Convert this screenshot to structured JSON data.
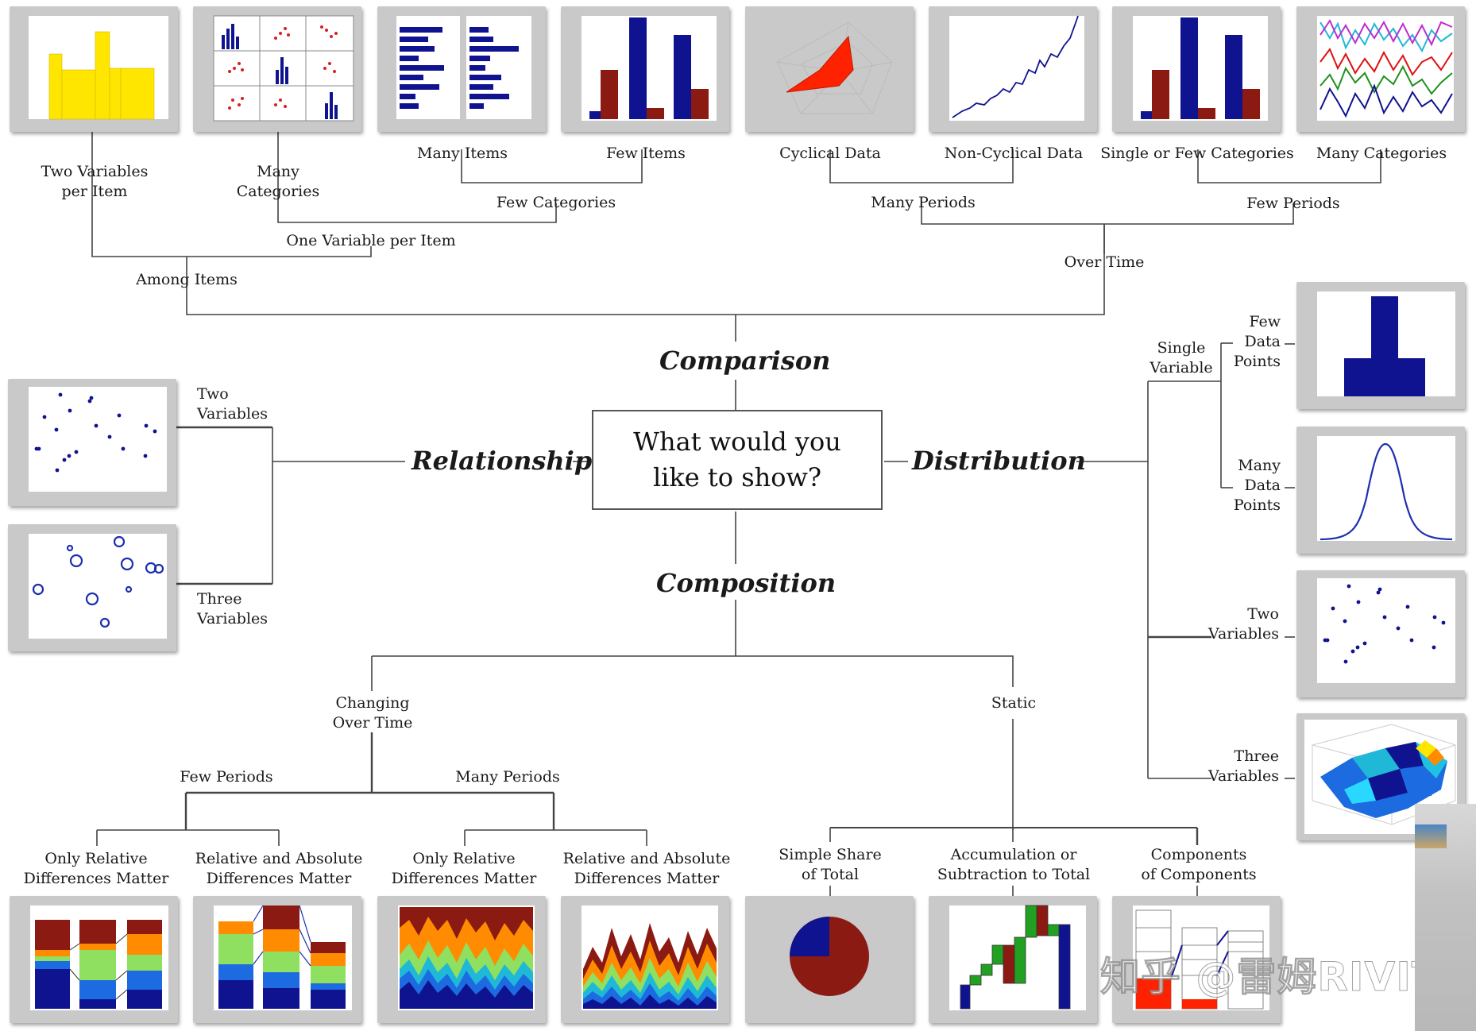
{
  "center_question": "What would you\nlike to show?",
  "categories": {
    "comparison": "Comparison",
    "relationship": "Relationship",
    "distribution": "Distribution",
    "composition": "Composition"
  },
  "comparison": {
    "among_items": "Among Items",
    "over_time": "Over Time",
    "two_variables_per_item": "Two Variables\nper Item",
    "one_variable_per_item": "One Variable per Item",
    "many_categories": "Many\nCategories",
    "few_categories": "Few Categories",
    "many_items": "Many Items",
    "few_items": "Few Items",
    "many_periods": "Many Periods",
    "few_periods": "Few Periods",
    "cyclical_data": "Cyclical Data",
    "non_cyclical_data": "Non-Cyclical Data",
    "single_or_few_categories": "Single or Few Categories",
    "many_categories_time": "Many Categories"
  },
  "relationship": {
    "two_variables": "Two\nVariables",
    "three_variables": "Three\nVariables"
  },
  "distribution": {
    "single_variable": "Single\nVariable",
    "few_data_points": "Few\nData\nPoints",
    "many_data_points": "Many\nData\nPoints",
    "two_variables": "Two\nVariables",
    "three_variables": "Three\nVariables"
  },
  "composition": {
    "changing_over_time": "Changing\nOver Time",
    "static": "Static",
    "few_periods": "Few Periods",
    "many_periods": "Many Periods",
    "only_relative_1": "Only Relative\nDifferences Matter",
    "relative_absolute_1": "Relative and Absolute\nDifferences Matter",
    "only_relative_2": "Only Relative\nDifferences Matter",
    "relative_absolute_2": "Relative and Absolute\nDifferences Matter",
    "simple_share": "Simple Share\nof Total",
    "accumulation": "Accumulation or\nSubtraction to Total",
    "components": "Components\nof Components"
  },
  "watermark": "知乎 @雷姆RIVIT",
  "colors": {
    "navy": "#10138f",
    "dark_red": "#8b1a12",
    "yellow": "#ffe600",
    "red": "#ff2200",
    "orange": "#ff8c00",
    "green": "#22a022",
    "light_green": "#8fe060",
    "blue": "#1c6be0",
    "cyan": "#1fb8d6",
    "thumbnail_frame": "#c9c9c9",
    "line": "#444444"
  }
}
